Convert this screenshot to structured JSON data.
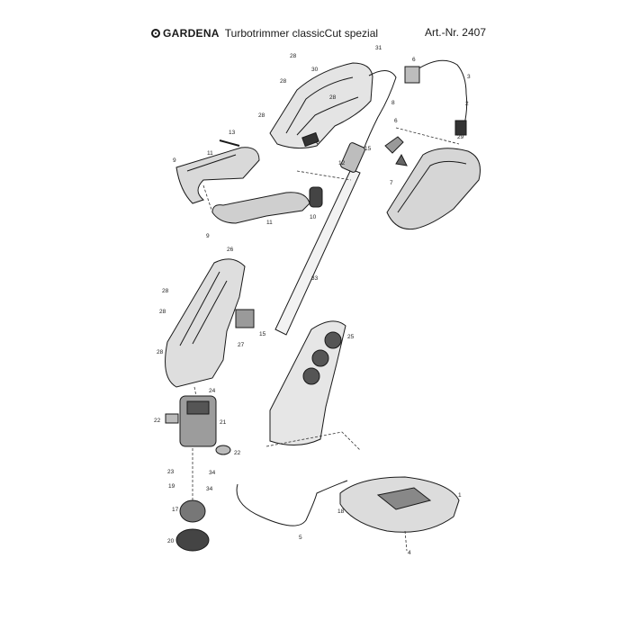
{
  "header": {
    "brand": "GARDENA",
    "product": "Turbotrimmer classicCut spezial",
    "article": "Art.-Nr. 2407"
  },
  "labels": [
    "31",
    "28",
    "30",
    "28",
    "28",
    "28",
    "6",
    "3",
    "8",
    "2",
    "13",
    "9",
    "11",
    "6",
    "29",
    "12",
    "15",
    "7",
    "10",
    "11",
    "9",
    "26",
    "33",
    "28",
    "28",
    "27",
    "15",
    "25",
    "28",
    "24",
    "22",
    "21",
    "22",
    "23",
    "34",
    "19",
    "34",
    "17",
    "20",
    "18",
    "5",
    "1",
    "4"
  ]
}
